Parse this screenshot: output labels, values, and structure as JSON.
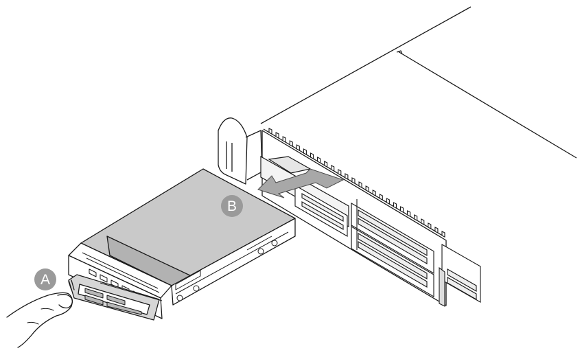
{
  "callouts": {
    "a": "A",
    "b": "B"
  },
  "colors": {
    "line": "#1a1a1a",
    "drive_fill": "#c9c9c9",
    "drive_shadow": "#b2b2b2",
    "callout_fill": "#9a9a9a",
    "callout_text": "#ffffff",
    "arrow_fill": "#a8a8a8",
    "background": "#ffffff"
  },
  "icons": {
    "pull_arrow": "arrow-pointing-out-of-bay",
    "finger": "hand-pressing-latch"
  }
}
